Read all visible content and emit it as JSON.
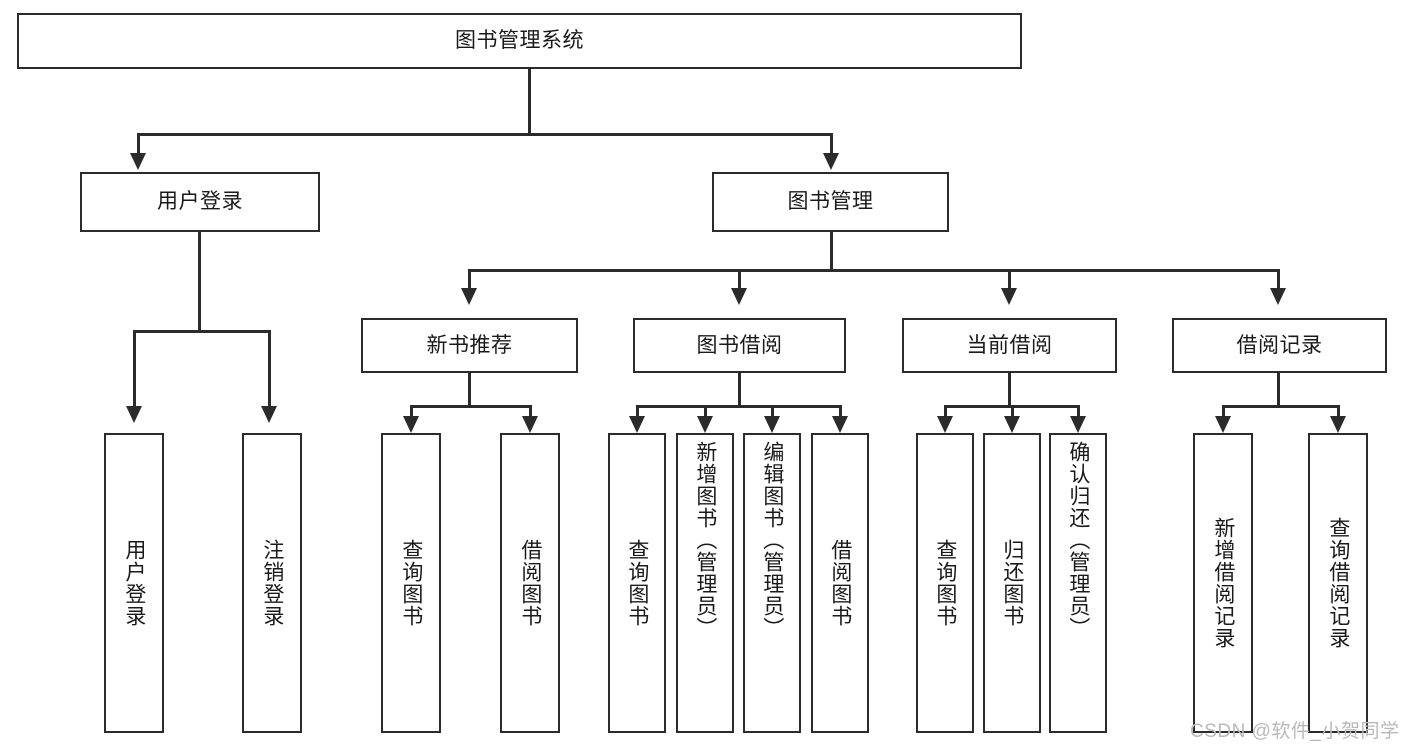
{
  "diagram": {
    "title": "图书管理系统",
    "type": "hierarchy-tree",
    "root": {
      "label": "图书管理系统"
    },
    "level2": [
      {
        "label": "用户登录"
      },
      {
        "label": "图书管理"
      }
    ],
    "level3": [
      {
        "label": "新书推荐"
      },
      {
        "label": "图书借阅"
      },
      {
        "label": "当前借阅"
      },
      {
        "label": "借阅记录"
      }
    ],
    "leaves": {
      "user_login": [
        {
          "label": "用户登录"
        },
        {
          "label": "注销登录"
        }
      ],
      "new_book_recommend": [
        {
          "label": "查询图书"
        },
        {
          "label": "借阅图书"
        }
      ],
      "book_borrow": [
        {
          "label": "查询图书"
        },
        {
          "label": "新增图书（管理员）"
        },
        {
          "label": "编辑图书（管理员）"
        },
        {
          "label": "借阅图书"
        }
      ],
      "current_borrow": [
        {
          "label": "查询图书"
        },
        {
          "label": "归还图书"
        },
        {
          "label": "确认归还（管理员）"
        }
      ],
      "borrow_records": [
        {
          "label": "新增借阅记录"
        },
        {
          "label": "查询借阅记录"
        }
      ]
    }
  },
  "watermark": {
    "text": "CSDN @软件_小贺同学"
  },
  "colors": {
    "stroke": "#2b2b2b",
    "fill": "#ffffff",
    "text": "#1a1a1a",
    "watermark": "#b9b9b9"
  }
}
